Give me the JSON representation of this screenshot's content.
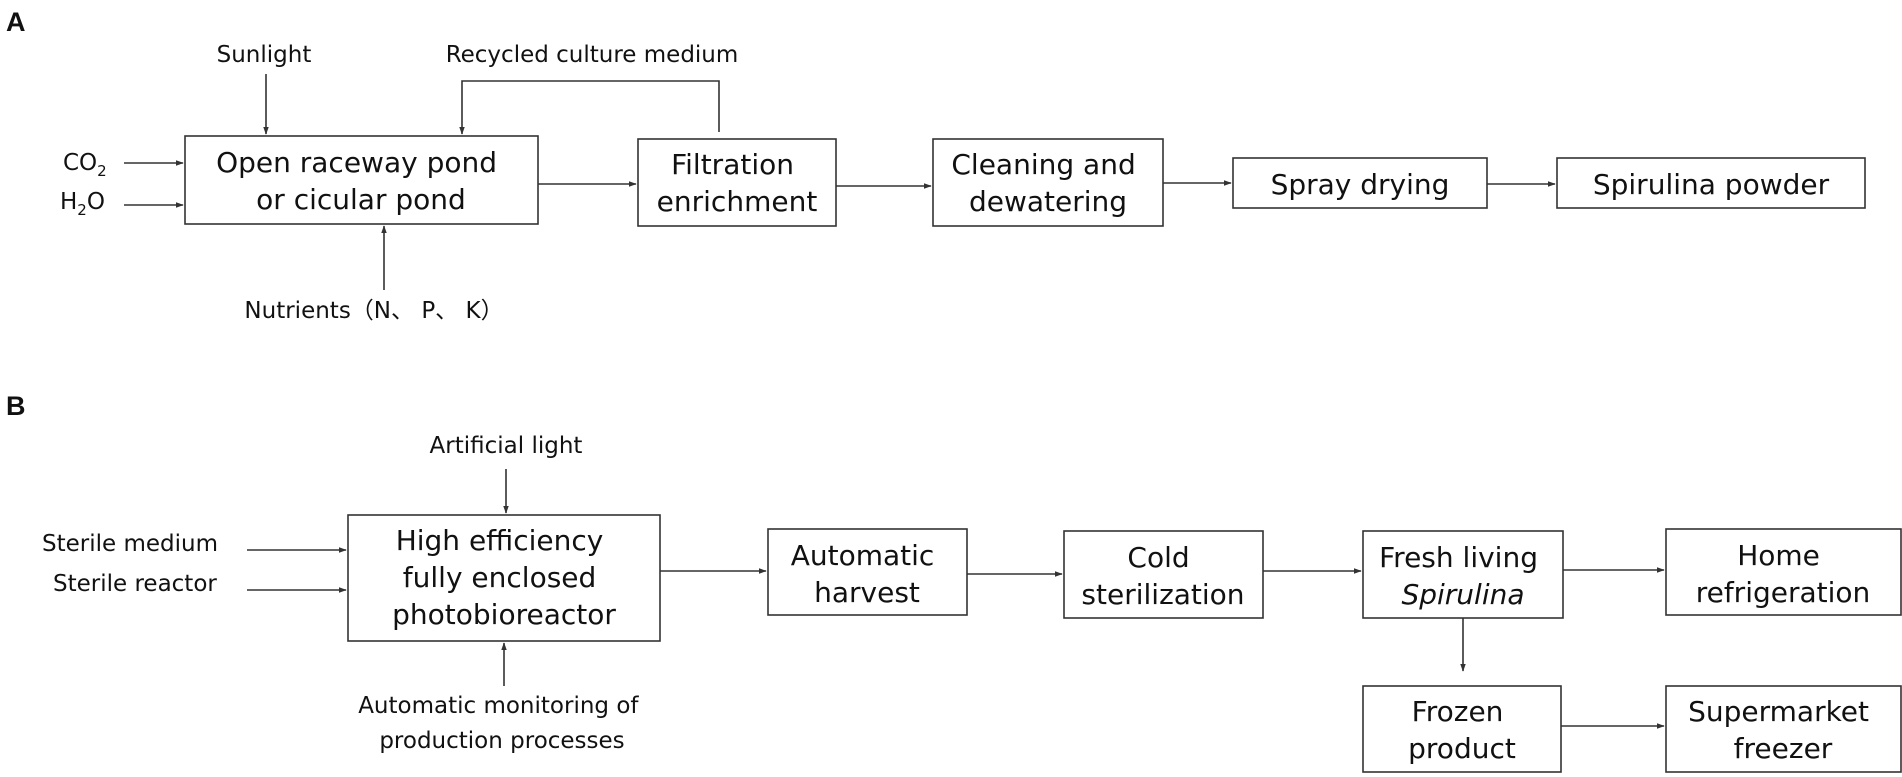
{
  "panel_a": {
    "label": "A",
    "inputs": {
      "sunlight": "Sunlight",
      "recycled": "Recycled culture medium",
      "co2_base": "CO",
      "co2_sub": "2",
      "h2o_h": "H",
      "h2o_sub": "2",
      "h2o_o": "O",
      "nutrients": "Nutrients（N、 P、 K）"
    },
    "boxes": {
      "pond": [
        "Open raceway pond",
        "or cicular pond"
      ],
      "filtration": [
        "Filtration",
        "enrichment"
      ],
      "cleaning": [
        "Cleaning and",
        "dewatering"
      ],
      "spray": [
        "Spray drying"
      ],
      "powder": [
        "Spirulina powder"
      ]
    }
  },
  "panel_b": {
    "label": "B",
    "inputs": {
      "artificial_light": "Artificial light",
      "sterile_medium": "Sterile medium",
      "sterile_reactor": "Sterile reactor",
      "monitoring": [
        "Automatic monitoring of",
        "production processes"
      ]
    },
    "boxes": {
      "reactor": [
        "High efficiency",
        "fully enclosed",
        "photobioreactor"
      ],
      "harvest": [
        "Automatic",
        "harvest"
      ],
      "cold": [
        "Cold",
        "sterilization"
      ],
      "fresh": [
        "Fresh living",
        "Spirulina"
      ],
      "home": [
        "Home",
        "refrigeration"
      ],
      "frozen": [
        "Frozen",
        "product"
      ],
      "supermarket": [
        "Supermarket",
        "freezer"
      ]
    }
  }
}
